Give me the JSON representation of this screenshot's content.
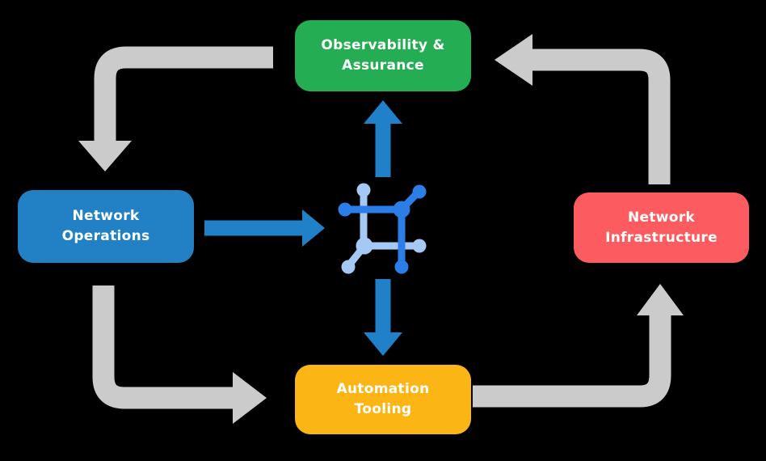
{
  "diagram": {
    "background_color": "#000000",
    "nodes": [
      {
        "id": "observability-assurance",
        "label": "Observability & Assurance",
        "line1": "Observability &",
        "line2": "Assurance",
        "color": "#24ad52",
        "position": "top"
      },
      {
        "id": "network-operations",
        "label": "Network Operations",
        "line1": "Network",
        "line2": "Operations",
        "color": "#2181c4",
        "position": "left"
      },
      {
        "id": "network-infrastructure",
        "label": "Network Infrastructure",
        "line1": "Network",
        "line2": "Infrastructure",
        "color": "#fc5c5f",
        "position": "right"
      },
      {
        "id": "automation-tooling",
        "label": "Automation Tooling",
        "line1": "Automation",
        "line2": "Tooling",
        "color": "#fbb615",
        "position": "bottom"
      }
    ],
    "outer_flow": {
      "color": "#cbcbcb",
      "edges": [
        {
          "from": "Observability & Assurance",
          "to": "Network Operations"
        },
        {
          "from": "Network Operations",
          "to": "Automation Tooling"
        },
        {
          "from": "Automation Tooling",
          "to": "Network Infrastructure"
        },
        {
          "from": "Network Infrastructure",
          "to": "Observability & Assurance"
        }
      ]
    },
    "inner_flow": {
      "color": "#2081c8",
      "edges": [
        {
          "from": "Network Operations",
          "to": "center-icon"
        },
        {
          "from": "center-icon",
          "to": "Observability & Assurance"
        },
        {
          "from": "center-icon",
          "to": "Automation Tooling"
        }
      ]
    },
    "center_icon": {
      "name": "network-mesh-icon",
      "dark_color": "#2b7de8",
      "light_color": "#a4c9f4"
    }
  }
}
